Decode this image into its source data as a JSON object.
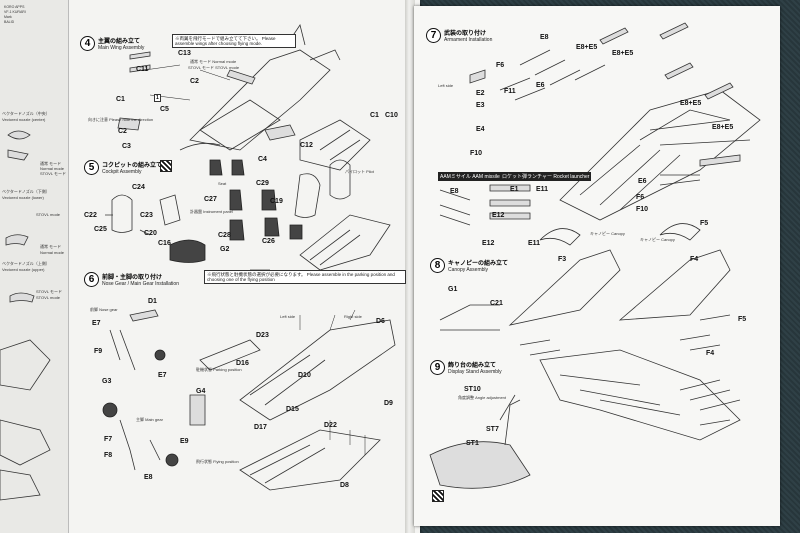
{
  "left_strip": {
    "header": [
      "KORO APPS",
      "VF-1 KURARI",
      "Mark",
      "BALID"
    ],
    "nozzle_center_jp": "ベクタードノズル（中央）",
    "nozzle_center_en": "Vectored nozzle (center)",
    "nozzle_lower_jp": "ベクタードノズル（下側）",
    "nozzle_lower_en": "Vectored nozzle (lower)",
    "nozzle_upper_jp": "ベクタードノズル（上側）",
    "nozzle_upper_en": "Vectored nozzle (upper)",
    "normal_mode_jp": "通常 モード",
    "normal_mode_en": "Normal mode",
    "stovl_mode_jp": "STOVL モード",
    "stovl_mode_en": "STOVL mode"
  },
  "step4": {
    "number": "4",
    "title_jp": "主翼の組み立て",
    "title_en": "Main Wing Assembly",
    "note": "※両翼を飛行モードで組み立てて下さい。 Please assemble wings after choosing flying mode.",
    "parts": [
      "C11",
      "C13",
      "C2",
      "C1",
      "C5",
      "C2",
      "C3",
      "C4",
      "C1",
      "C10",
      "C12"
    ],
    "normal_mode": "通常 モード Normal mode",
    "stovl_mode": "STOVL モード STOVL mode",
    "note_direction": "向きに注意 Please note the direction"
  },
  "step5": {
    "number": "5",
    "title_jp": "コクピットの組み立て",
    "title_en": "Cockpit Assembly",
    "parts": [
      "C24",
      "C22",
      "C25",
      "C23",
      "C20",
      "C16",
      "G2",
      "C27",
      "C29",
      "C28",
      "C26",
      "C19"
    ],
    "pilot": "パイロット Pilot",
    "seat": "Seat",
    "panel": "計器盤 Instrument panel"
  },
  "step6": {
    "number": "6",
    "title_jp": "前脚・主脚の取り付け",
    "title_en": "Nose Gear / Main Gear Installation",
    "note": "※飛行状態と駐機状態の選択が必要になります。 Please assemble in the parking position and choosing one of the flying position",
    "parts": [
      "D1",
      "E7",
      "F9",
      "G3",
      "E7",
      "D23",
      "D16",
      "D10",
      "D15",
      "D17",
      "D22",
      "D9",
      "D6",
      "D8",
      "G4",
      "F7",
      "F8",
      "E9",
      "E8"
    ],
    "nose_gear": "前脚 Nose gear",
    "main_gear": "主脚 Main gear",
    "parking": "駐機状態 Parking position",
    "flying": "飛行状態 Flying position",
    "left_side": "Left side",
    "right_side": "Right side"
  },
  "step7": {
    "number": "7",
    "title_jp": "武装の取り付け",
    "title_en": "Armament Installation",
    "parts": [
      "E8",
      "E8+E5",
      "F6",
      "E6",
      "E8+E5",
      "F11",
      "E2",
      "E3",
      "E4",
      "F10",
      "E8+E5",
      "E8+E5",
      "E6",
      "F6",
      "F10"
    ],
    "left_side": "Left side",
    "aam": "AAMミサイル AAM missile",
    "rocket": "ロケット弾ランチャー Rocket launcher",
    "parts_b": [
      "E8",
      "E1",
      "E11",
      "E12",
      "E12",
      "E11"
    ]
  },
  "step8": {
    "number": "8",
    "title_jp": "キャノピーの組み立て",
    "title_en": "Canopy Assembly",
    "parts": [
      "G1",
      "F3",
      "C21",
      "F5",
      "F4",
      "F5",
      "F4"
    ],
    "canopy": "キャノピー Canopy"
  },
  "step9": {
    "number": "9",
    "title_jp": "飾り台の組み立て",
    "title_en": "Display Stand Assembly",
    "parts": [
      "ST10",
      "ST1",
      "ST7"
    ],
    "angle": "角度調整 Angle adjustment"
  }
}
